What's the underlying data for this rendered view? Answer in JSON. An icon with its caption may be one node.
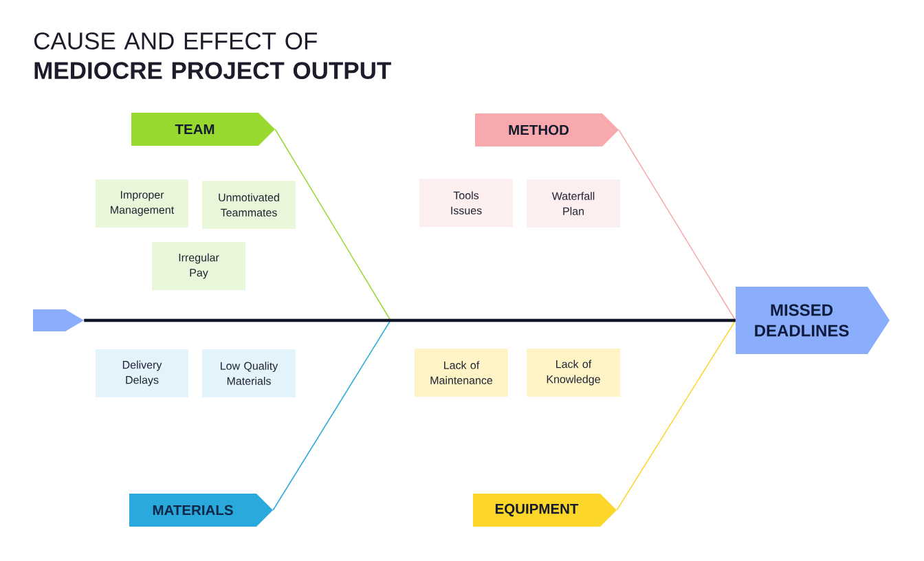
{
  "diagram": {
    "title": "CAUSE AND EFFECT OF **MEDIOCRE PROJECT OUTPUT**",
    "nodes": [
      {
        "text": [
          "TEAM"
        ]
      },
      {
        "text": [
          "METHOD"
        ]
      },
      {
        "text": [
          "Improper Management"
        ]
      },
      {
        "text": [
          "Unmotivated Teammates"
        ]
      },
      {
        "text": [
          "Tools Issues"
        ]
      },
      {
        "text": [
          "Waterfall Plan"
        ]
      },
      {
        "text": [
          "Irregular Pay"
        ]
      },
      {
        "text": [],
        "shape": "arrow"
      },
      {
        "text": [
          "MISSED DEADLINES"
        ]
      },
      {
        "text": [
          "Delivery Delays"
        ]
      },
      {
        "text": [
          "Low Quality Materials"
        ]
      },
      {
        "text": [
          "Lack of Maintenance"
        ]
      },
      {
        "text": [
          "Lack of Knowledge"
        ]
      },
      {
        "text": [
          "MATERIALS"
        ]
      },
      {
        "text": [
          "EQUIPMENT"
        ]
      }
    ],
    "edges": [
      {
        "from": 7,
        "to": 8,
        "arrow": "none",
        "style": "thick"
      },
      {
        "from": 0,
        "to": null,
        "arrow": "none",
        "color": "#94d82d"
      },
      {
        "from": 1,
        "to": 8,
        "arrow": "none",
        "color": "#f4a7ab"
      },
      {
        "from": 13,
        "to": null,
        "arrow": "none",
        "color": "#2aa8d8"
      },
      {
        "from": 14,
        "to": 8,
        "arrow": "none",
        "color": "#fcd72a"
      }
    ]
  }
}
